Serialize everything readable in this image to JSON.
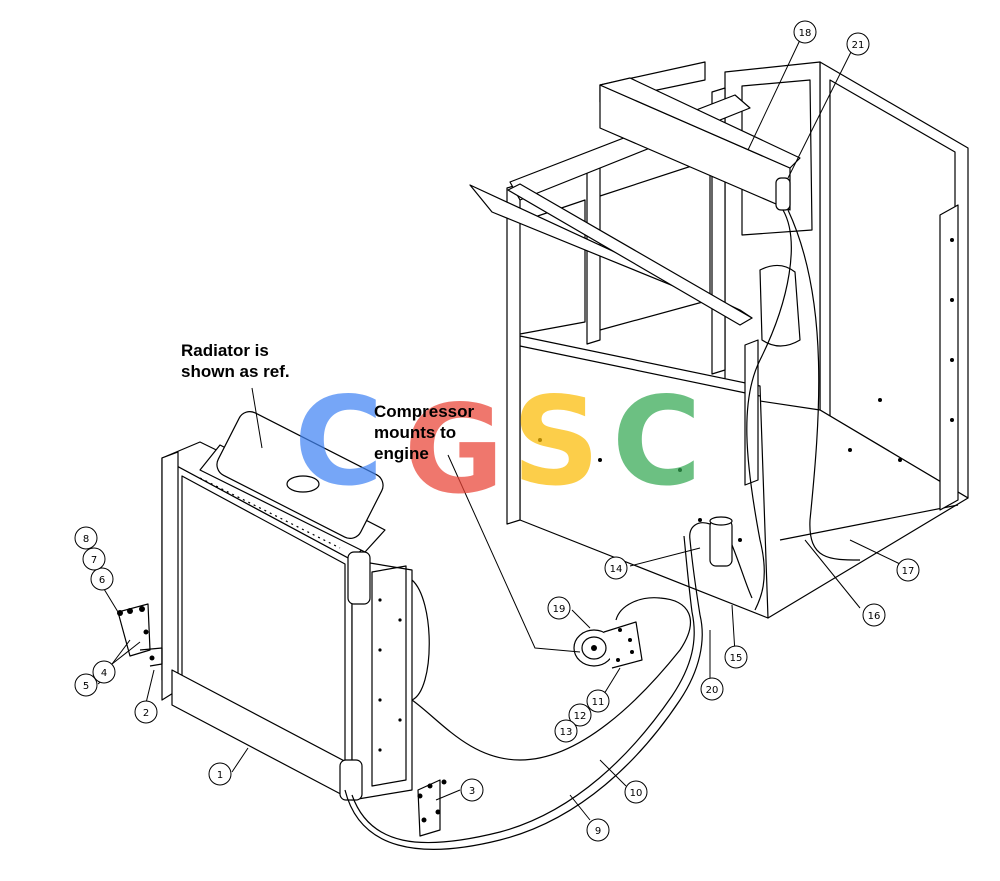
{
  "notes": {
    "radiator": "Radiator is\nshown as ref.",
    "compressor": "Compressor\nmounts to\nengine"
  },
  "callouts": [
    "1",
    "2",
    "3",
    "4",
    "5",
    "6",
    "7",
    "8",
    "9",
    "10",
    "11",
    "12",
    "13",
    "14",
    "15",
    "16",
    "17",
    "18",
    "19",
    "20",
    "21"
  ],
  "watermark": {
    "letters": [
      "C",
      "G",
      "S",
      "C"
    ],
    "colors": [
      "#4285f4",
      "#ea4335",
      "#fbbc05",
      "#34a853"
    ]
  }
}
